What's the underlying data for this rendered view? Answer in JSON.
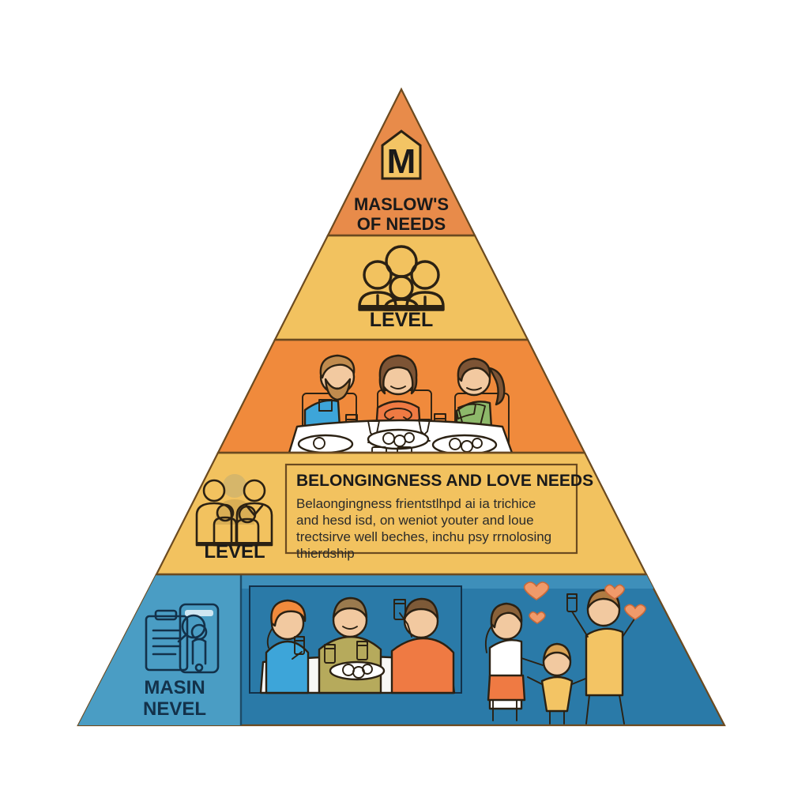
{
  "diagram": {
    "title": "Maslow's Hierarchy of Needs Pyramid",
    "type": "pyramid",
    "background_color": "#ffffff"
  },
  "apex": {
    "badge_letter": "M",
    "badge_icon": "house-badge-icon",
    "title_line1": "MASLOW'S",
    "title_line2": "OF NEEDS",
    "fill_color": "#e88b4a",
    "badge_fill": "#f3c464"
  },
  "tiers": [
    {
      "id": "tier-2",
      "label": "LEVEL",
      "icon": "group-of-people-icon",
      "fill_color": "#f2c25f"
    },
    {
      "id": "tier-3",
      "label": "",
      "icon": "family-dining-illustration",
      "fill_color": "#f08a3c"
    },
    {
      "id": "tier-4",
      "label": "LEVEL",
      "icon": "family-group-icon",
      "fill_color": "#f2c25f",
      "callout": {
        "heading": "BELONGINGNESS AND LOVE NEEDS",
        "body_line1": "Belaongingness frientstlhpd ai ia trichice",
        "body_line2": "and hesd isd, on weniot youter and loue",
        "body_line3": "trectsirve well beches, inchu psy rrnolosing",
        "body_line4": "thierdship",
        "border_color": "#6b4a20"
      }
    },
    {
      "id": "tier-5",
      "label_line1": "MASIN",
      "label_line2": "NEVEL",
      "icon": "clipboard-phone-icon",
      "fill_color": "#2a7aa8",
      "panel_fill_color": "#4a9dc4",
      "illustration_left": "friends-toasting-illustration",
      "illustration_right": "family-with-hearts-illustration"
    }
  ],
  "colors": {
    "orange_dark": "#e88b4a",
    "orange_bright": "#f08a3c",
    "amber": "#f2c25f",
    "amber_light": "#f5cf79",
    "blue_dark": "#2a7aa8",
    "blue_light": "#4a9dc4",
    "outline": "#6b4a20",
    "outline_blue": "#1d4b68",
    "skin": "#f2c9a0",
    "white": "#ffffff"
  }
}
